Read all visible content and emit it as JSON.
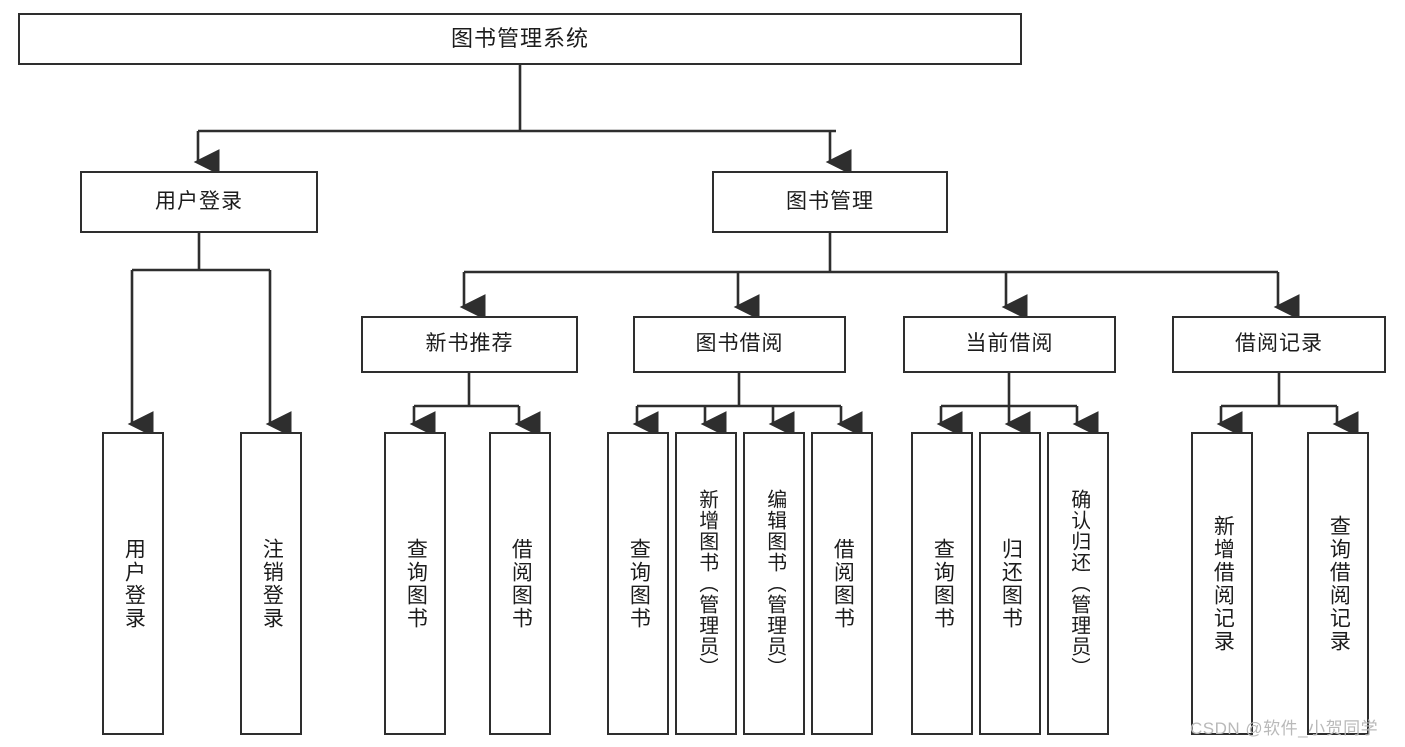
{
  "diagram": {
    "title": "图书管理系统",
    "type": "functional-decomposition-tree",
    "root": {
      "label": "图书管理系统"
    },
    "tier1": [
      {
        "label": "用户登录"
      },
      {
        "label": "图书管理"
      }
    ],
    "tier2": [
      {
        "label": "新书推荐"
      },
      {
        "label": "图书借阅"
      },
      {
        "label": "当前借阅"
      },
      {
        "label": "借阅记录"
      }
    ],
    "leaves": {
      "user_login": [
        {
          "label": "用户登录"
        },
        {
          "label": "注销登录"
        }
      ],
      "new_book_recommend": [
        {
          "label": "查询图书"
        },
        {
          "label": "借阅图书"
        }
      ],
      "book_borrow": [
        {
          "label": "查询图书"
        },
        {
          "label": "新增图书（管理员）"
        },
        {
          "label": "编辑图书（管理员）"
        },
        {
          "label": "借阅图书"
        }
      ],
      "current_borrow": [
        {
          "label": "查询图书"
        },
        {
          "label": "归还图书"
        },
        {
          "label": "确认归还（管理员）"
        }
      ],
      "borrow_record": [
        {
          "label": "新增借阅记录"
        },
        {
          "label": "查询借阅记录"
        }
      ]
    }
  },
  "watermark": {
    "text": "CSDN @软件_小贺同学"
  },
  "colors": {
    "background": "#ffffff",
    "stroke": "#2e2e2e",
    "text": "#1c1c1c",
    "watermark": "#b9b9b9"
  }
}
